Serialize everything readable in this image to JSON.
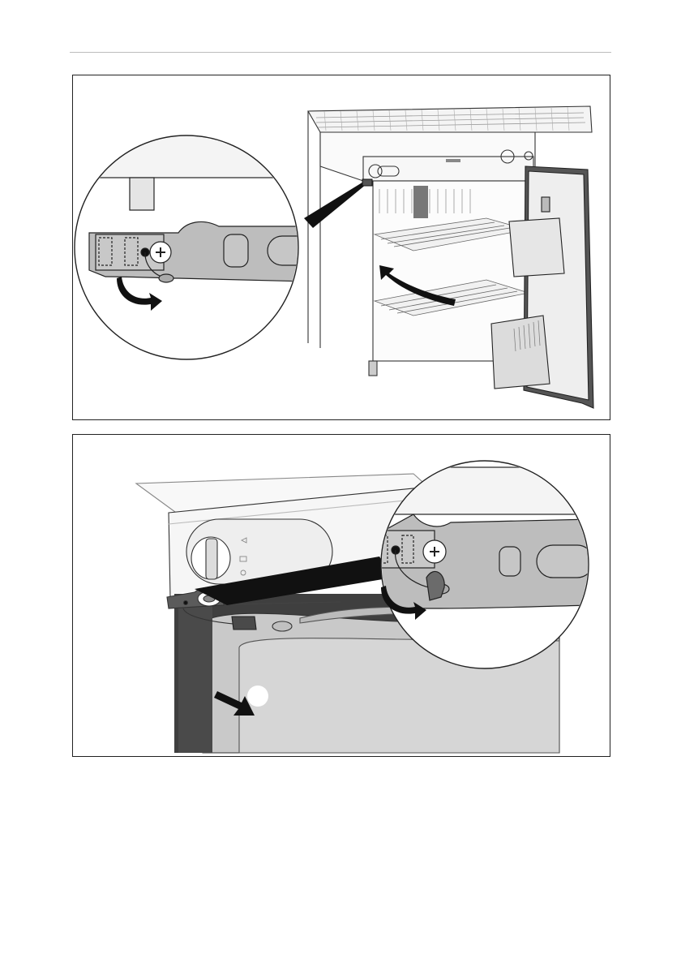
{
  "document": {
    "page_text": "",
    "figures": [
      {
        "subject": "refrigerator-with-open-door",
        "detail": "hinge-screw-with-rotation-arrow"
      },
      {
        "subject": "refrigerator-top-hinge",
        "detail": "hinge-screw-with-rotation-arrow"
      }
    ]
  },
  "colors": {
    "line": "#222222",
    "light_fill": "#f2f2f2",
    "mid_fill": "#bfbfbf",
    "dark_fill": "#4a4a4a",
    "door_fill": "#d9d9d9"
  }
}
